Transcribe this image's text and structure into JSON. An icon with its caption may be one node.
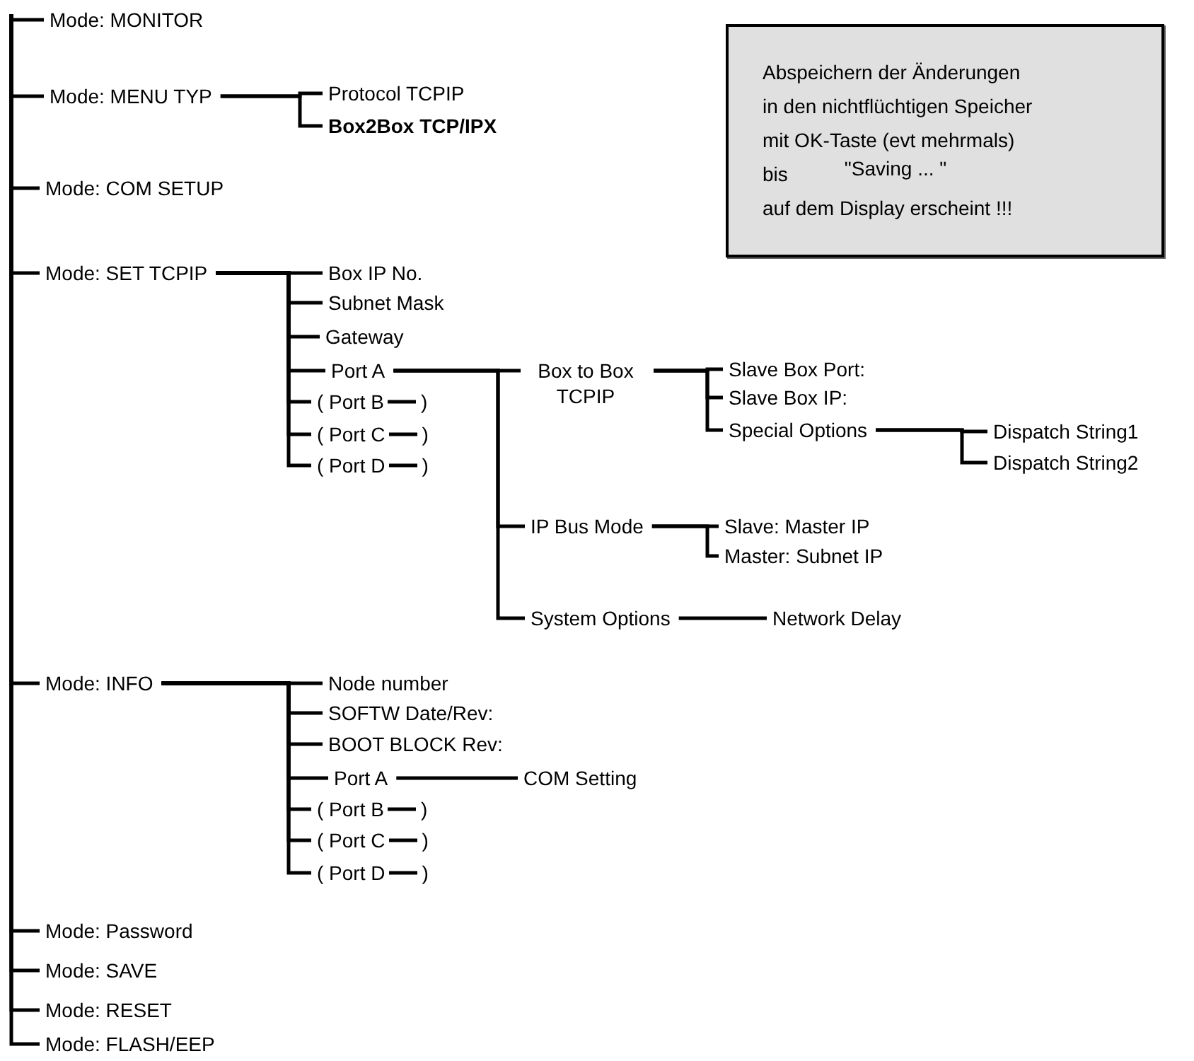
{
  "diagram": {
    "nodes": [
      {
        "text": [
          "Mode: MONITOR"
        ]
      },
      {
        "text": [
          "Mode: MENU TYP"
        ]
      },
      {
        "text": [
          "Protocol TCPIP"
        ]
      },
      {
        "text": [
          "Box2Box TCP/IPX"
        ]
      },
      {
        "text": [
          "Mode: COM SETUP"
        ]
      },
      {
        "text": [
          "Mode: SET TCPIP"
        ]
      },
      {
        "text": [
          "Box IP No."
        ]
      },
      {
        "text": [
          "Subnet Mask"
        ]
      },
      {
        "text": [
          "Gateway"
        ]
      },
      {
        "text": [
          "Port A"
        ]
      },
      {
        "text": [
          "( Port B",
          ")"
        ]
      },
      {
        "text": [
          "( Port C",
          ")"
        ]
      },
      {
        "text": [
          "( Port D",
          ")"
        ]
      },
      {
        "text": [
          "Box to Box TCPIP"
        ]
      },
      {
        "text": [
          "Slave Box Port:"
        ]
      },
      {
        "text": [
          "Slave Box IP:"
        ]
      },
      {
        "text": [
          "Special Options"
        ]
      },
      {
        "text": [
          "Dispatch String1"
        ]
      },
      {
        "text": [
          "Dispatch String2"
        ]
      },
      {
        "text": [
          "IP Bus Mode"
        ]
      },
      {
        "text": [
          "Slave: Master IP"
        ]
      },
      {
        "text": [
          "Master: Subnet IP"
        ]
      },
      {
        "text": [
          "System Options"
        ]
      },
      {
        "text": [
          "Network Delay"
        ]
      },
      {
        "text": [
          "Mode: INFO"
        ]
      },
      {
        "text": [
          "Node number"
        ]
      },
      {
        "text": [
          "SOFTW Date/Rev:"
        ]
      },
      {
        "text": [
          "BOOT BLOCK Rev:"
        ]
      },
      {
        "text": [
          "Port A"
        ]
      },
      {
        "text": [
          "COM Setting"
        ]
      },
      {
        "text": [
          "( Port B",
          ")"
        ]
      },
      {
        "text": [
          "( Port C",
          ")"
        ]
      },
      {
        "text": [
          "( Port D",
          ")"
        ]
      },
      {
        "text": [
          "Mode: Password"
        ]
      },
      {
        "text": [
          "Mode: SAVE"
        ]
      },
      {
        "text": [
          "Mode: RESET"
        ]
      },
      {
        "text": [
          "Mode: FLASH/EEP"
        ]
      },
      {
        "text": [
          "Abspeichern der Änderungen",
          "in den nichtflüchtigen Speicher",
          "mit OK-Taste (evt mehrmals)",
          "bis",
          "\"Saving ... \"",
          "auf dem Display erscheint !!!"
        ]
      }
    ],
    "edges": [
      {
        "from": null,
        "to": 0,
        "arrow": "none"
      },
      {
        "from": null,
        "to": 1,
        "arrow": "none"
      },
      {
        "from": 1,
        "to": 2,
        "arrow": "none"
      },
      {
        "from": 1,
        "to": 3,
        "arrow": "none"
      },
      {
        "from": null,
        "to": 4,
        "arrow": "none"
      },
      {
        "from": null,
        "to": 5,
        "arrow": "none"
      },
      {
        "from": 5,
        "to": 6,
        "arrow": "none"
      },
      {
        "from": 5,
        "to": 7,
        "arrow": "none"
      },
      {
        "from": 5,
        "to": 8,
        "arrow": "none"
      },
      {
        "from": 5,
        "to": 9,
        "arrow": "none"
      },
      {
        "from": 5,
        "to": 10,
        "arrow": "none"
      },
      {
        "from": 5,
        "to": 11,
        "arrow": "none"
      },
      {
        "from": 5,
        "to": 12,
        "arrow": "none"
      },
      {
        "from": 9,
        "to": 13,
        "arrow": "none"
      },
      {
        "from": 9,
        "to": 19,
        "arrow": "none"
      },
      {
        "from": 9,
        "to": 22,
        "arrow": "none"
      },
      {
        "from": 13,
        "to": 14,
        "arrow": "none"
      },
      {
        "from": 13,
        "to": 15,
        "arrow": "none"
      },
      {
        "from": 13,
        "to": 16,
        "arrow": "none"
      },
      {
        "from": 16,
        "to": 17,
        "arrow": "none"
      },
      {
        "from": 16,
        "to": 18,
        "arrow": "none"
      },
      {
        "from": 19,
        "to": 20,
        "arrow": "none"
      },
      {
        "from": 19,
        "to": 21,
        "arrow": "none"
      },
      {
        "from": 22,
        "to": 23,
        "arrow": "none"
      },
      {
        "from": null,
        "to": 24,
        "arrow": "none"
      },
      {
        "from": 24,
        "to": 25,
        "arrow": "none"
      },
      {
        "from": 24,
        "to": 26,
        "arrow": "none"
      },
      {
        "from": 24,
        "to": 27,
        "arrow": "none"
      },
      {
        "from": 24,
        "to": 28,
        "arrow": "none"
      },
      {
        "from": 24,
        "to": 30,
        "arrow": "none"
      },
      {
        "from": 24,
        "to": 31,
        "arrow": "none"
      },
      {
        "from": 24,
        "to": 32,
        "arrow": "none"
      },
      {
        "from": 28,
        "to": 29,
        "arrow": "none"
      },
      {
        "from": null,
        "to": 33,
        "arrow": "none"
      },
      {
        "from": null,
        "to": 34,
        "arrow": "none"
      },
      {
        "from": null,
        "to": 35,
        "arrow": "none"
      },
      {
        "from": null,
        "to": 36,
        "arrow": "none"
      }
    ]
  }
}
